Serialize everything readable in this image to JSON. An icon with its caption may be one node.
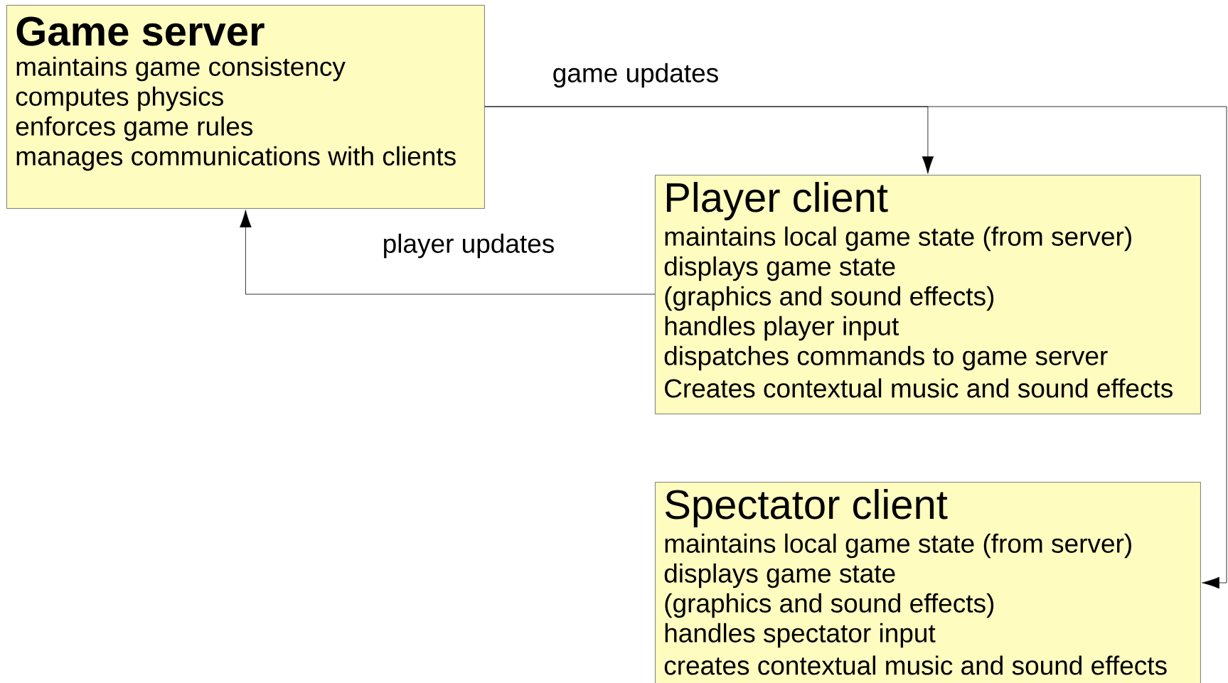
{
  "diagram": {
    "nodes": [
      {
        "text": [
          "Game server",
          "maintains game consistency",
          "computes physics",
          "enforces game rules",
          "manages communications with clients"
        ]
      },
      {
        "text": [
          "Player client",
          "maintains local game state (from server)",
          "displays game state",
          "(graphics and sound effects)",
          "handles player input",
          "dispatches commands to game server",
          "Creates contextual music and sound effects"
        ]
      },
      {
        "text": [
          "Spectator client",
          "maintains local game state (from server)",
          "displays game state",
          "(graphics and sound effects)",
          "handles spectator input",
          "creates contextual music and sound effects"
        ]
      }
    ],
    "edges": [
      {
        "from": 0,
        "to": 1,
        "arrow": "to",
        "label": "game updates"
      },
      {
        "from": 0,
        "to": 2,
        "arrow": "to"
      },
      {
        "from": 1,
        "to": 0,
        "arrow": "to",
        "label": "player updates"
      }
    ]
  }
}
